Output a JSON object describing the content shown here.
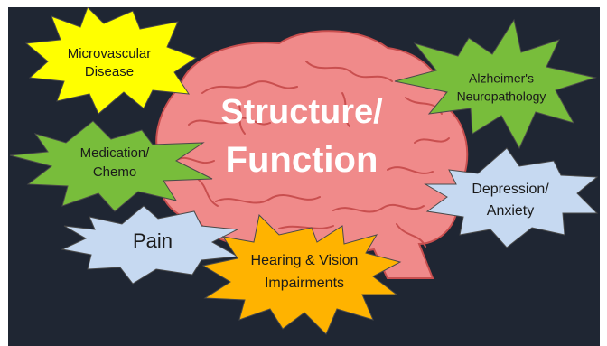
{
  "center": {
    "line1": "Structure/",
    "line2": "Function"
  },
  "factors": {
    "microvascular": {
      "line1": "Microvascular",
      "line2": "Disease",
      "color": "#ffff00"
    },
    "alzheimers": {
      "line1": "Alzheimer's",
      "line2": "Neuropathology",
      "color": "#78bd3b"
    },
    "medication": {
      "line1": "Medication/",
      "line2": "Chemo",
      "color": "#78bd3b"
    },
    "depression": {
      "line1": "Depression/",
      "line2": "Anxiety",
      "color": "#c6d9f1"
    },
    "pain": {
      "line1": "Pain",
      "color": "#c6d9f1"
    },
    "hearing": {
      "line1": "Hearing & Vision",
      "line2": "Impairments",
      "color": "#ffb300"
    }
  },
  "colors": {
    "background": "#1f2633",
    "brain": "#f08a8a",
    "brain_lines": "#c94f4f"
  }
}
